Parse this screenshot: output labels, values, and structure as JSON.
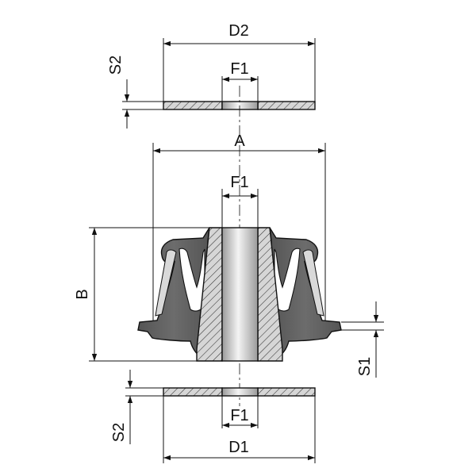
{
  "labels": {
    "d2": "D2",
    "s2_top": "S2",
    "f1_top": "F1",
    "a": "A",
    "f1_mid": "F1",
    "b": "B",
    "s1": "S1",
    "f1_bottom": "F1",
    "s2_bottom": "S2",
    "d1": "D1"
  },
  "colors": {
    "rubber": "#5f5f5f",
    "hatch_fill": "#d6d6d6",
    "bore_light": "#f4f4f4",
    "bore_dark": "#9a9a9a",
    "line": "#111111"
  }
}
